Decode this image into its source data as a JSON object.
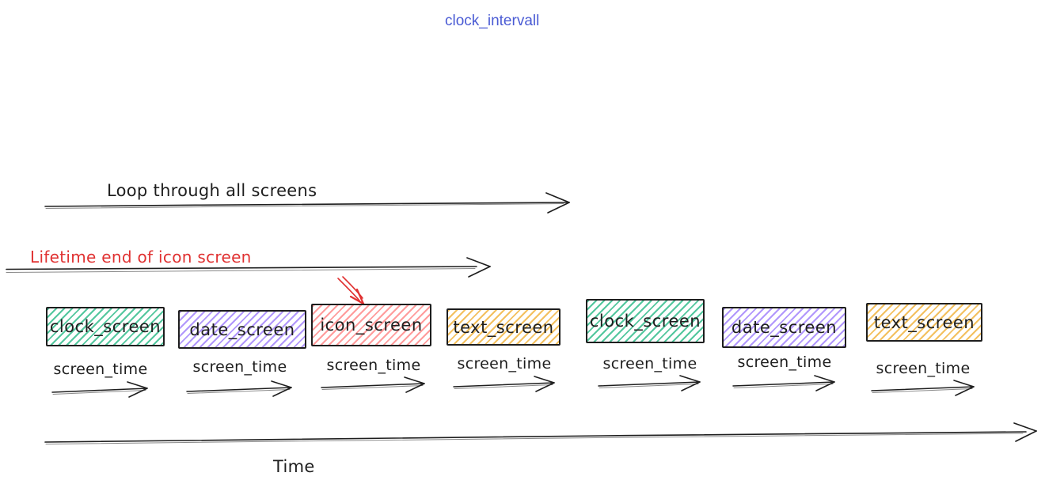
{
  "title": "clock_intervall",
  "labels": {
    "loop": "Loop through all screens",
    "lifetime": "Lifetime end of icon screen",
    "screen_time": "screen_time",
    "time": "Time"
  },
  "screens": [
    {
      "label": "clock_screen",
      "color": "#53c79e",
      "color_name": "green"
    },
    {
      "label": "date_screen",
      "color": "#b197fc",
      "color_name": "purple"
    },
    {
      "label": "icon_screen",
      "color": "#ff9c9c",
      "color_name": "red"
    },
    {
      "label": "text_screen",
      "color": "#f3c05f",
      "color_name": "yellow"
    },
    {
      "label": "clock_screen",
      "color": "#53c79e",
      "color_name": "green"
    },
    {
      "label": "date_screen",
      "color": "#b197fc",
      "color_name": "purple"
    },
    {
      "label": "text_screen",
      "color": "#f3c05f",
      "color_name": "yellow"
    }
  ],
  "colors": {
    "title_text": "#4a5bd4",
    "lifetime_annotation": "#e03131",
    "stroke": "#1e1e1e"
  }
}
